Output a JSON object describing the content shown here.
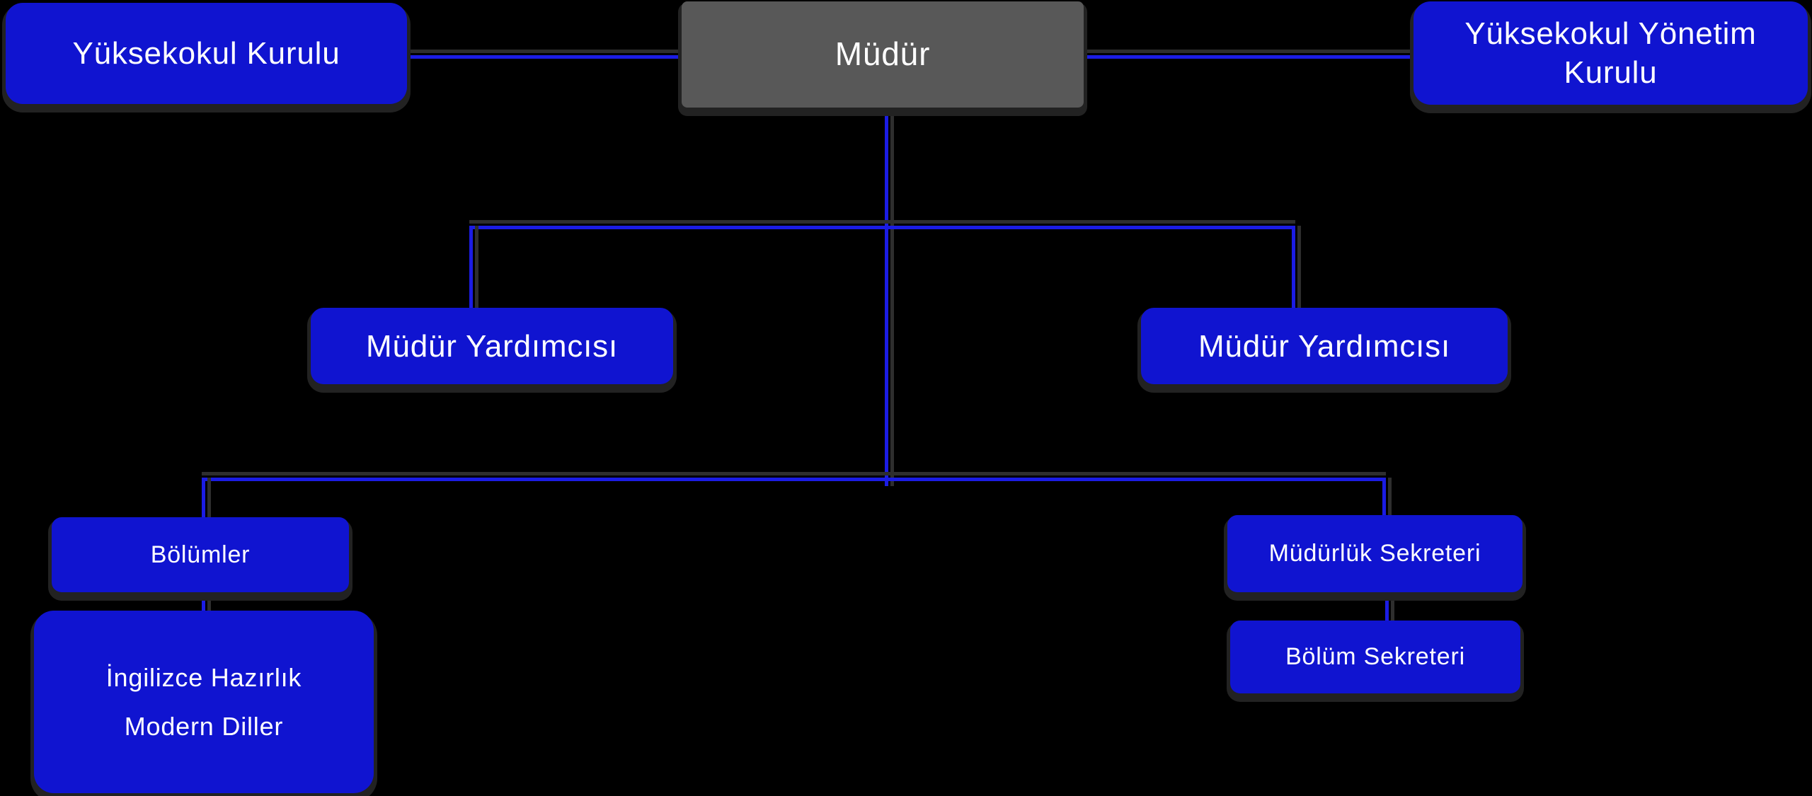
{
  "diagram": {
    "type": "org-chart",
    "background": "#000000",
    "colors": {
      "node_fill": "#1014d0",
      "root_fill": "#585858",
      "connector": "#1b1ce4",
      "connector_shadow": "#2e2e2e",
      "text": "#ffffff"
    },
    "nodes": {
      "yuksekokul_kurulu": {
        "label": "Yüksekokul Kurulu"
      },
      "mudur": {
        "label": "Müdür"
      },
      "yuksekokul_yonetim_kurulu": {
        "label": "Yüksekokul Yönetim Kurulu"
      },
      "mudur_yardimcisi_sol": {
        "label": "Müdür Yardımcısı"
      },
      "mudur_yardimcisi_sag": {
        "label": "Müdür Yardımcısı"
      },
      "bolumler": {
        "label": "Bölümler"
      },
      "bolum_detay": {
        "lines": [
          "İngilizce Hazırlık",
          "Modern Diller"
        ]
      },
      "mudurluk_sekreteri": {
        "label": "Müdürlük Sekreteri"
      },
      "bolum_sekreteri": {
        "label": "Bölüm Sekreteri"
      }
    },
    "edges": [
      {
        "from": "yuksekokul_kurulu",
        "to": "mudur"
      },
      {
        "from": "mudur",
        "to": "yuksekokul_yonetim_kurulu"
      },
      {
        "from": "mudur",
        "to": "mudur_yardimcisi_sol"
      },
      {
        "from": "mudur",
        "to": "mudur_yardimcisi_sag"
      },
      {
        "from": "mudur",
        "to": "bolumler"
      },
      {
        "from": "mudur",
        "to": "mudurluk_sekreteri"
      },
      {
        "from": "bolumler",
        "to": "bolum_detay"
      },
      {
        "from": "mudurluk_sekreteri",
        "to": "bolum_sekreteri"
      }
    ]
  }
}
